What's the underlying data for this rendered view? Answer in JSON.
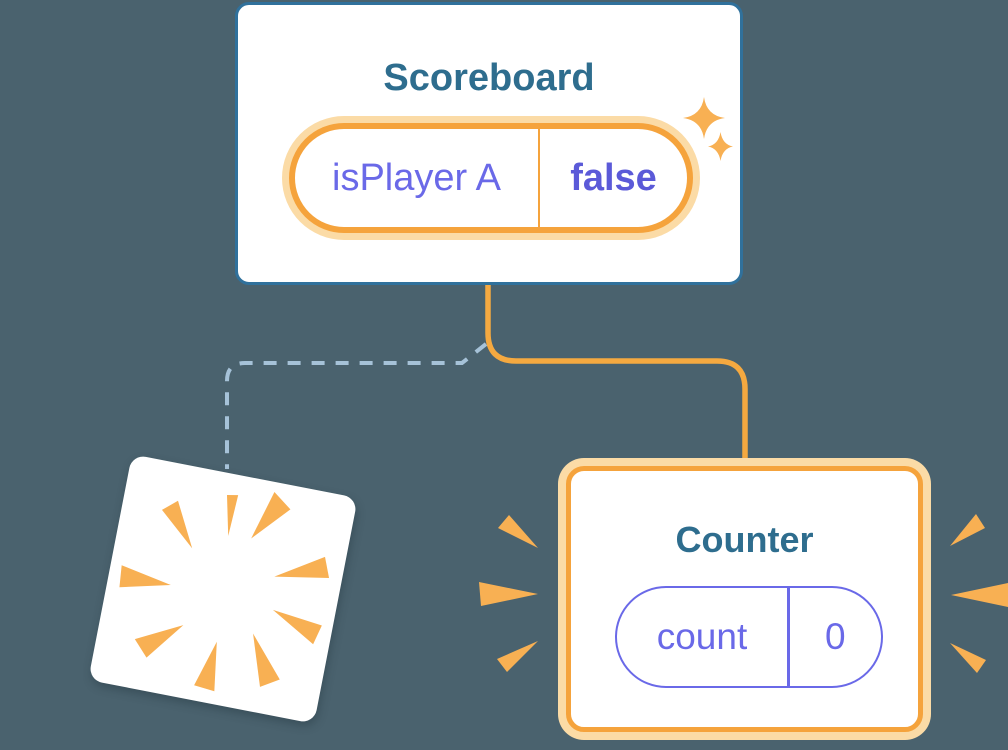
{
  "colors": {
    "bg": "#4A626E",
    "card": "#FFFFFF",
    "scoreboard_border": "#30719C",
    "title_teal": "#2E6D8E",
    "state_purple": "#6A69E8",
    "state_value_purple": "#5B5AD8",
    "accent_orange": "#F5A33C",
    "glow_orange": "#FBDBA6",
    "ray_orange": "#F8B053",
    "connector_orange": "#F5A940",
    "dashed_blue": "#A6C2D8"
  },
  "scoreboard": {
    "title": "Scoreboard",
    "state": {
      "name": "isPlayer A",
      "value": "false"
    }
  },
  "counter": {
    "title": "Counter",
    "state": {
      "name": "count",
      "value": "0"
    }
  },
  "icons": {
    "sparkles": "sparkles-icon",
    "burst": "burst-rays-icon",
    "emphasis": "emphasis-rays-icon"
  }
}
